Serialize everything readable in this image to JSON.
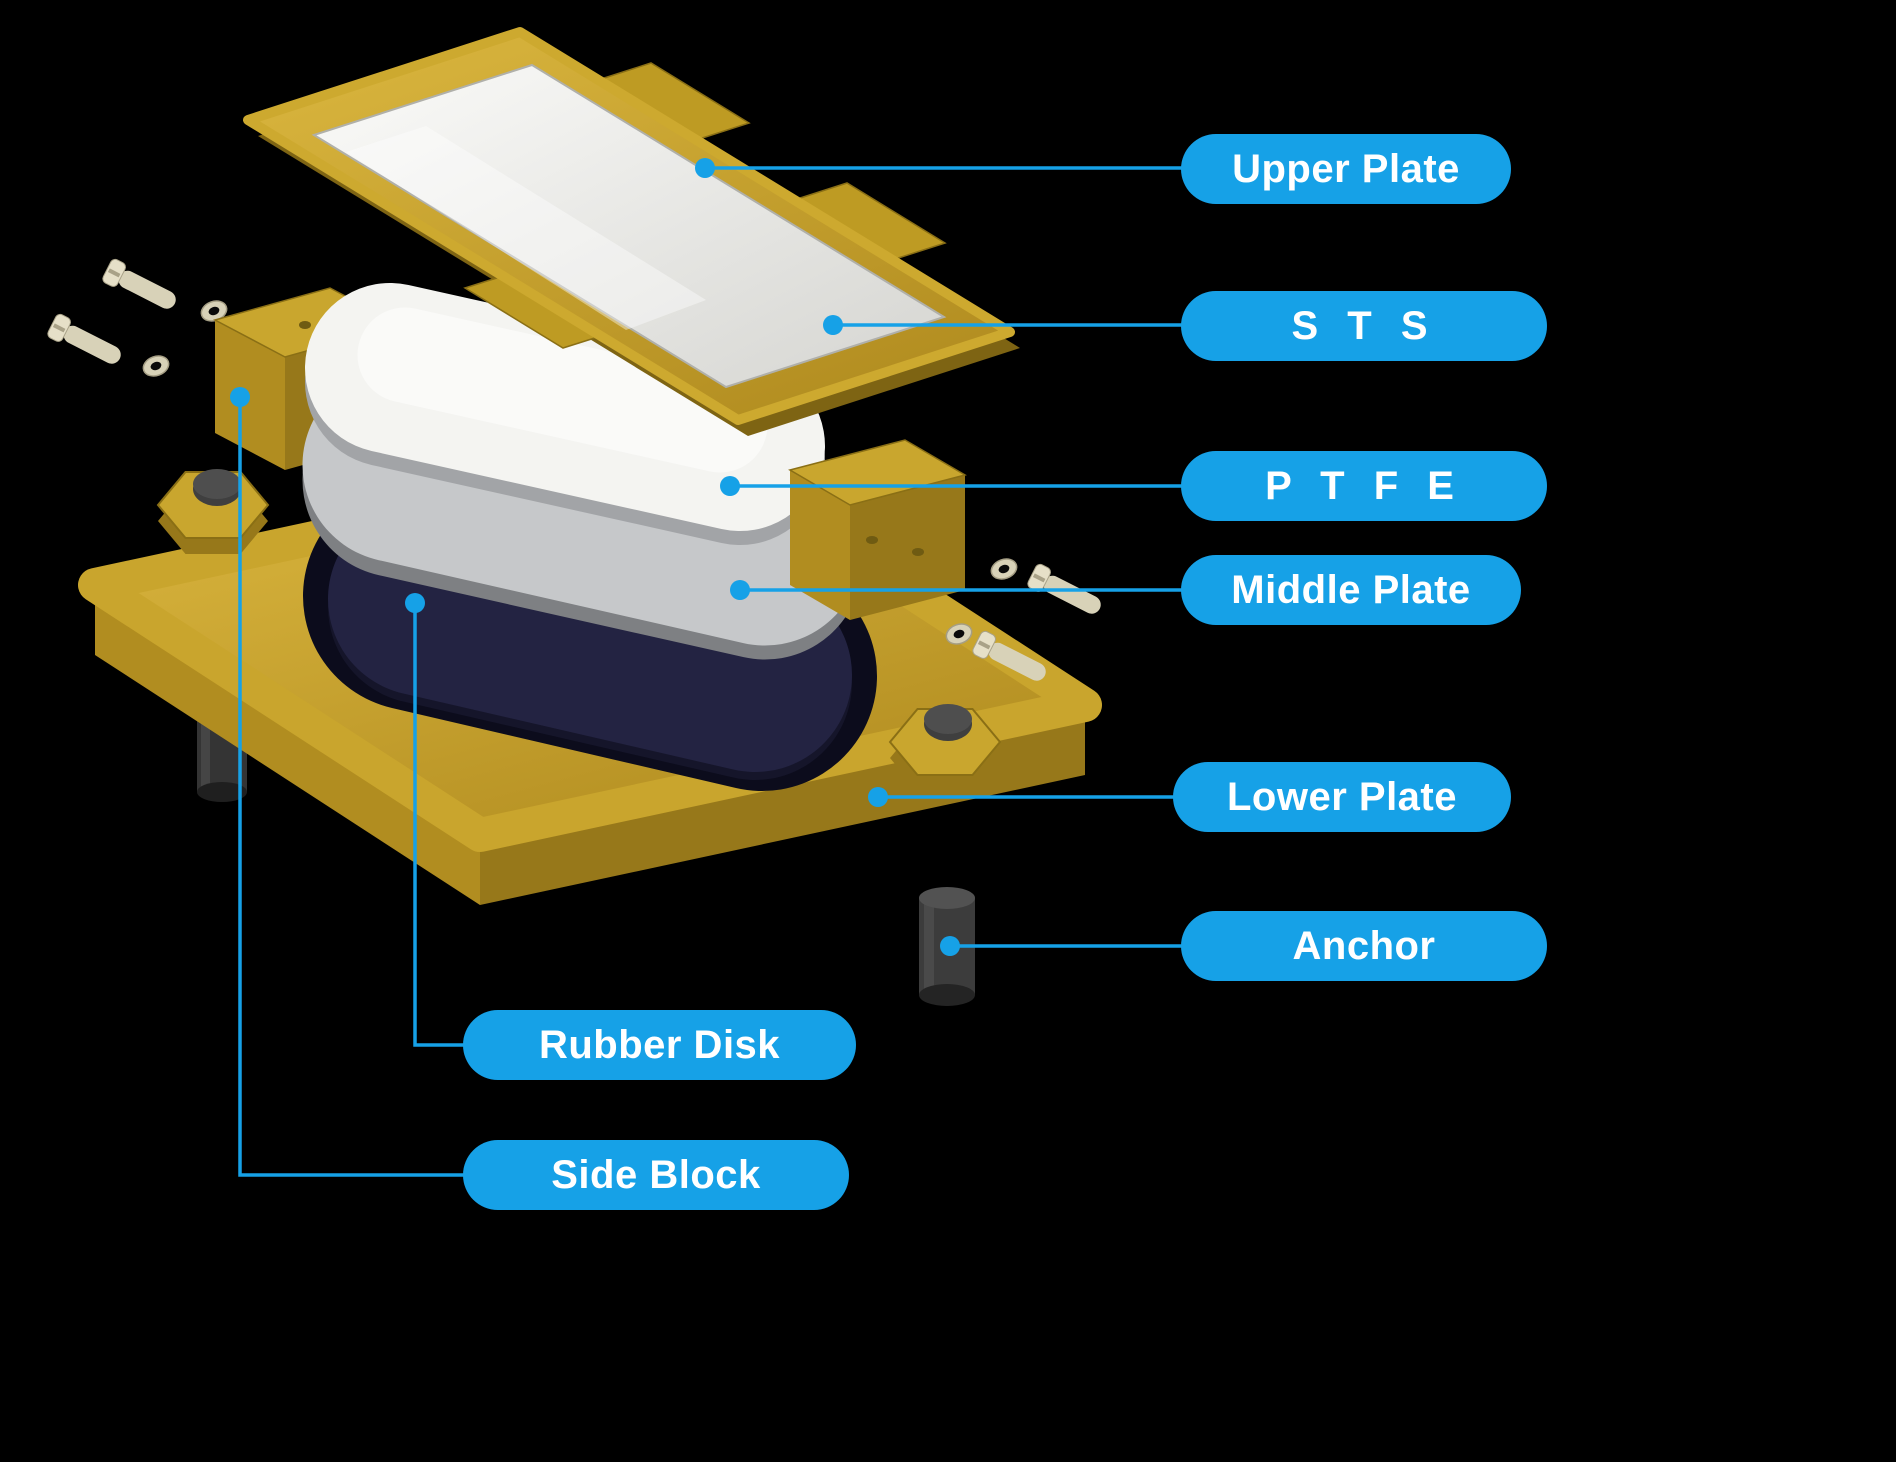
{
  "figure": {
    "type": "exploded-assembly-diagram",
    "description": "Exploded 3D view of a bearing assembly with leader-line labels"
  },
  "labels": {
    "upper_plate": "Upper Plate",
    "sts": "S T S",
    "ptfe": "P T F E",
    "middle_plate": "Middle Plate",
    "lower_plate": "Lower Plate",
    "anchor": "Anchor",
    "rubber_disk": "Rubber Disk",
    "side_block": "Side Block"
  },
  "colors": {
    "background": "#000000",
    "label_bg": "#16A1E7",
    "label_text": "#FFFFFF",
    "leader": "#16A1E7",
    "gold": "#C9A62E",
    "gold_mid": "#B18D20",
    "gold_dark": "#97781A",
    "sts_white": "#EDEDEA",
    "ptfe_white": "#F4F4F1",
    "middle_plate_silver": "#C6C8CA",
    "middle_plate_shadow": "#7E8083",
    "rubber": "#232342",
    "pocket": "#0C0C1C",
    "anchor": "#3C3C3C",
    "bolt": "#D8D2B8"
  }
}
